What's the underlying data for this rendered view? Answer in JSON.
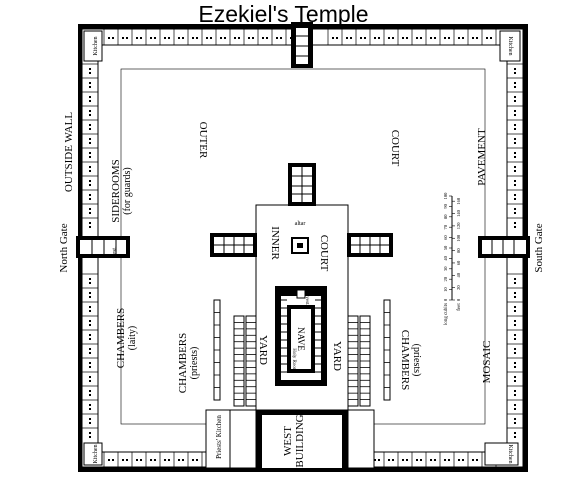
{
  "title": "Ezekiel's Temple",
  "labels": {
    "outside_wall": "OUTSIDE WALL",
    "north_gate": "North Gate",
    "south_gate": "South Gate",
    "siderooms": "SIDEROOMS",
    "for_guards": "(for guards)",
    "chambers_laity": "CHAMBERS",
    "laity": "(laity)",
    "outer": "OUTER",
    "court_outer": "COURT",
    "pavement": "PAVEMENT",
    "inner": "INNER",
    "court_inner": "COURT",
    "altar": "altar",
    "nave": "NAVE",
    "vest": "vest.",
    "holy_room": "Holy Room",
    "yard_left": "YARD",
    "yard_right": "YARD",
    "chambers_priests_left": "CHAMBERS",
    "priests_left": "(priests)",
    "chambers_priests_right": "CHAMBERS",
    "priests_right": "(priests)",
    "mosaic": "MOSAIC",
    "west_building_1": "WEST",
    "west_building_2": "BUILDING",
    "priests_kitchen": "Priests' Kitchen",
    "kitchen": "Kitchen",
    "vest_gate": "vest."
  },
  "scale": {
    "long_cubits_label": "long cubits",
    "feet_label": "feet",
    "cubit_ticks": [
      "0",
      "10",
      "20",
      "30",
      "40",
      "50",
      "60",
      "70",
      "80",
      "90",
      "100"
    ],
    "feet_ticks": [
      "0",
      "20",
      "40",
      "60",
      "80",
      "100",
      "120",
      "140",
      "160"
    ]
  }
}
